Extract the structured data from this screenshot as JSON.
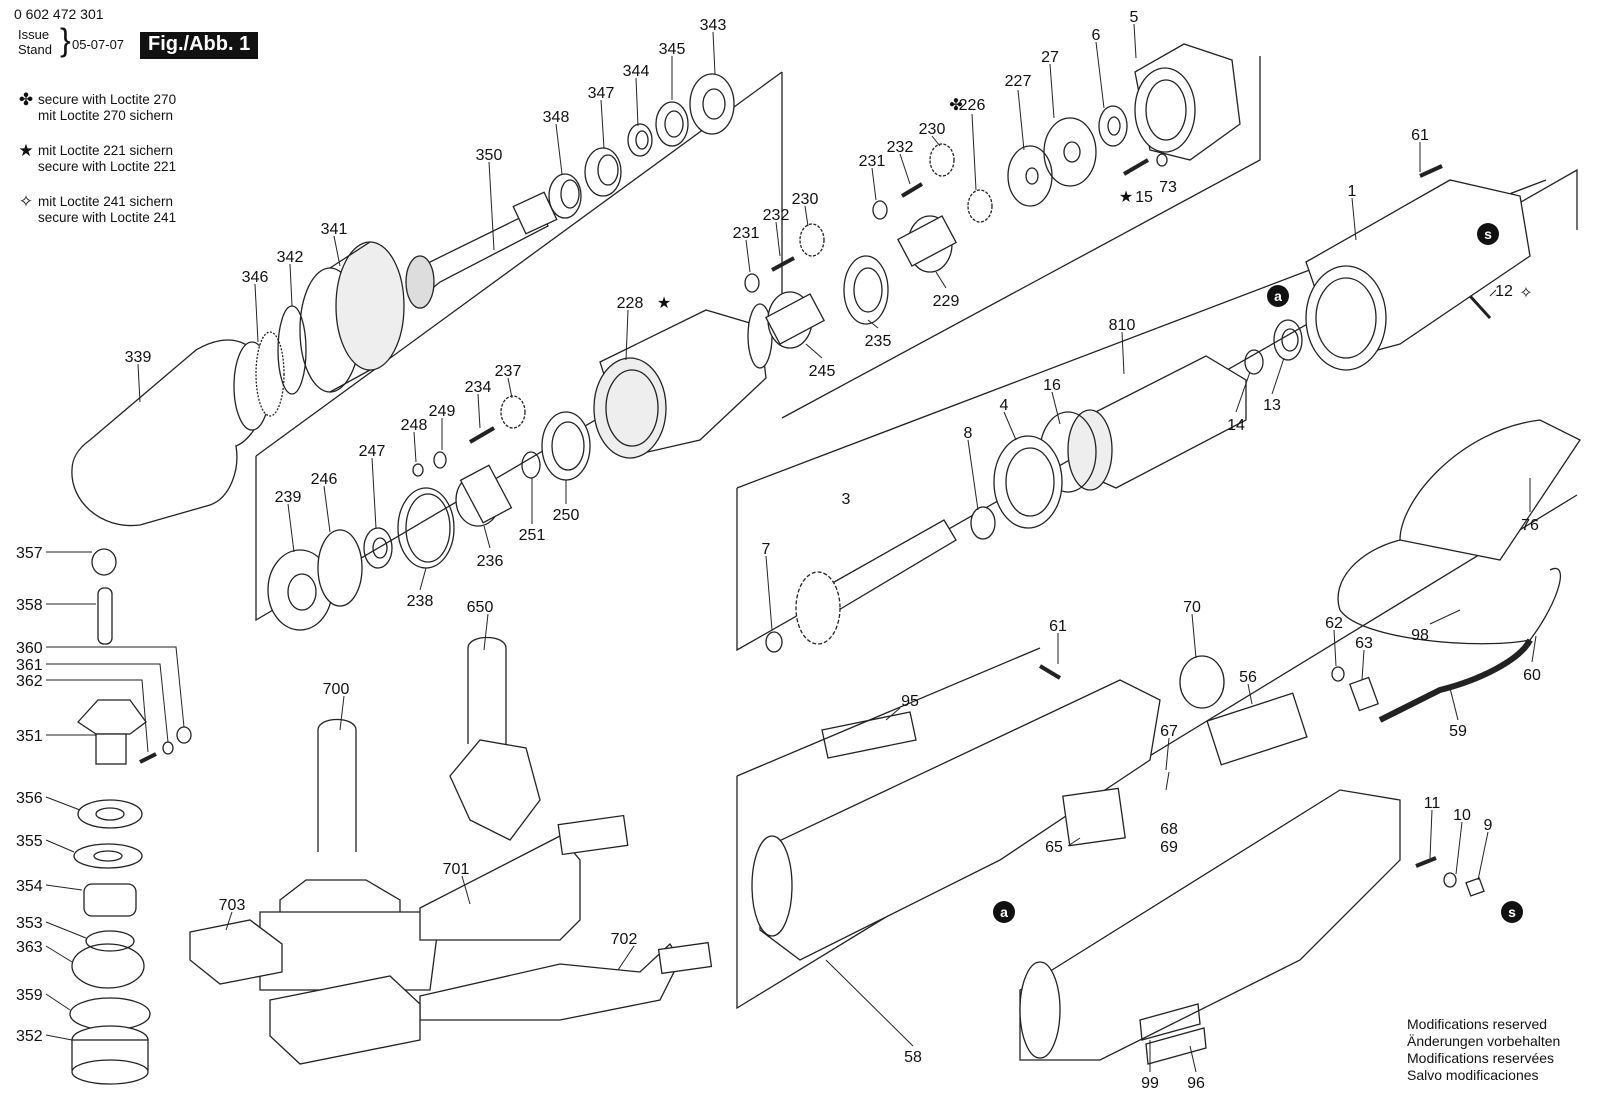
{
  "header": {
    "part_number": "0 602 472 301",
    "issue_label": "Issue",
    "stand_label": "Stand",
    "date": "05-07-07",
    "figure_label": "Fig./Abb. 1"
  },
  "legend": [
    {
      "symbol": "✤",
      "line1": "secure with Loctite 270",
      "line2": "mit Loctite 270 sichern"
    },
    {
      "symbol": "★",
      "line1": "mit Loctite 221 sichern",
      "line2": "secure with Loctite 221"
    },
    {
      "symbol": "✧",
      "line1": "mit Loctite 241 sichern",
      "line2": "secure with Loctite 241"
    }
  ],
  "footer": {
    "line1": "Modifications reserved",
    "line2": "Änderungen vorbehalten",
    "line3": "Modifications reservées",
    "line4": "Salvo modificaciones"
  },
  "callouts": [
    {
      "id": "343",
      "text": "343"
    },
    {
      "id": "345",
      "text": "345"
    },
    {
      "id": "344",
      "text": "344"
    },
    {
      "id": "347",
      "text": "347"
    },
    {
      "id": "348",
      "text": "348"
    },
    {
      "id": "350",
      "text": "350"
    },
    {
      "id": "341",
      "text": "341"
    },
    {
      "id": "342",
      "text": "342"
    },
    {
      "id": "346",
      "text": "346"
    },
    {
      "id": "339",
      "text": "339"
    },
    {
      "id": "357",
      "text": "357"
    },
    {
      "id": "358",
      "text": "358"
    },
    {
      "id": "360",
      "text": "360"
    },
    {
      "id": "361",
      "text": "361"
    },
    {
      "id": "362",
      "text": "362"
    },
    {
      "id": "351",
      "text": "351"
    },
    {
      "id": "356",
      "text": "356"
    },
    {
      "id": "355",
      "text": "355"
    },
    {
      "id": "354",
      "text": "354"
    },
    {
      "id": "353",
      "text": "353"
    },
    {
      "id": "363",
      "text": "363"
    },
    {
      "id": "359",
      "text": "359"
    },
    {
      "id": "352",
      "text": "352"
    },
    {
      "id": "5",
      "text": "5"
    },
    {
      "id": "6",
      "text": "6"
    },
    {
      "id": "27",
      "text": "27"
    },
    {
      "id": "227",
      "text": "227"
    },
    {
      "id": "226",
      "text": "226"
    },
    {
      "id": "230a",
      "text": "230"
    },
    {
      "id": "232a",
      "text": "232"
    },
    {
      "id": "231a",
      "text": "231"
    },
    {
      "id": "15",
      "text": "15"
    },
    {
      "id": "73",
      "text": "73"
    },
    {
      "id": "230b",
      "text": "230"
    },
    {
      "id": "232b",
      "text": "232"
    },
    {
      "id": "231b",
      "text": "231"
    },
    {
      "id": "229",
      "text": "229"
    },
    {
      "id": "235",
      "text": "235"
    },
    {
      "id": "245",
      "text": "245"
    },
    {
      "id": "228",
      "text": "228"
    },
    {
      "id": "237",
      "text": "237"
    },
    {
      "id": "234",
      "text": "234"
    },
    {
      "id": "249",
      "text": "249"
    },
    {
      "id": "248",
      "text": "248"
    },
    {
      "id": "247",
      "text": "247"
    },
    {
      "id": "246",
      "text": "246"
    },
    {
      "id": "239",
      "text": "239"
    },
    {
      "id": "238",
      "text": "238"
    },
    {
      "id": "236",
      "text": "236"
    },
    {
      "id": "251",
      "text": "251"
    },
    {
      "id": "250",
      "text": "250"
    },
    {
      "id": "61a",
      "text": "61"
    },
    {
      "id": "1",
      "text": "1"
    },
    {
      "id": "12",
      "text": "12"
    },
    {
      "id": "810",
      "text": "810"
    },
    {
      "id": "14",
      "text": "14"
    },
    {
      "id": "13",
      "text": "13"
    },
    {
      "id": "16",
      "text": "16"
    },
    {
      "id": "4",
      "text": "4"
    },
    {
      "id": "8",
      "text": "8"
    },
    {
      "id": "3",
      "text": "3"
    },
    {
      "id": "7",
      "text": "7"
    },
    {
      "id": "76",
      "text": "76"
    },
    {
      "id": "650",
      "text": "650"
    },
    {
      "id": "700",
      "text": "700"
    },
    {
      "id": "701",
      "text": "701"
    },
    {
      "id": "703",
      "text": "703"
    },
    {
      "id": "702",
      "text": "702"
    },
    {
      "id": "61b",
      "text": "61"
    },
    {
      "id": "95",
      "text": "95"
    },
    {
      "id": "70",
      "text": "70"
    },
    {
      "id": "62",
      "text": "62"
    },
    {
      "id": "63",
      "text": "63"
    },
    {
      "id": "56",
      "text": "56"
    },
    {
      "id": "98",
      "text": "98"
    },
    {
      "id": "60",
      "text": "60"
    },
    {
      "id": "59",
      "text": "59"
    },
    {
      "id": "67",
      "text": "67"
    },
    {
      "id": "68",
      "text": "68"
    },
    {
      "id": "69",
      "text": "69"
    },
    {
      "id": "65",
      "text": "65"
    },
    {
      "id": "11",
      "text": "11"
    },
    {
      "id": "10",
      "text": "10"
    },
    {
      "id": "9",
      "text": "9"
    },
    {
      "id": "58",
      "text": "58"
    },
    {
      "id": "99",
      "text": "99"
    },
    {
      "id": "96",
      "text": "96"
    }
  ],
  "markers": [
    {
      "id": "s1",
      "text": "s"
    },
    {
      "id": "s2",
      "text": "s"
    },
    {
      "id": "a1",
      "text": "a"
    },
    {
      "id": "a2",
      "text": "a"
    }
  ]
}
